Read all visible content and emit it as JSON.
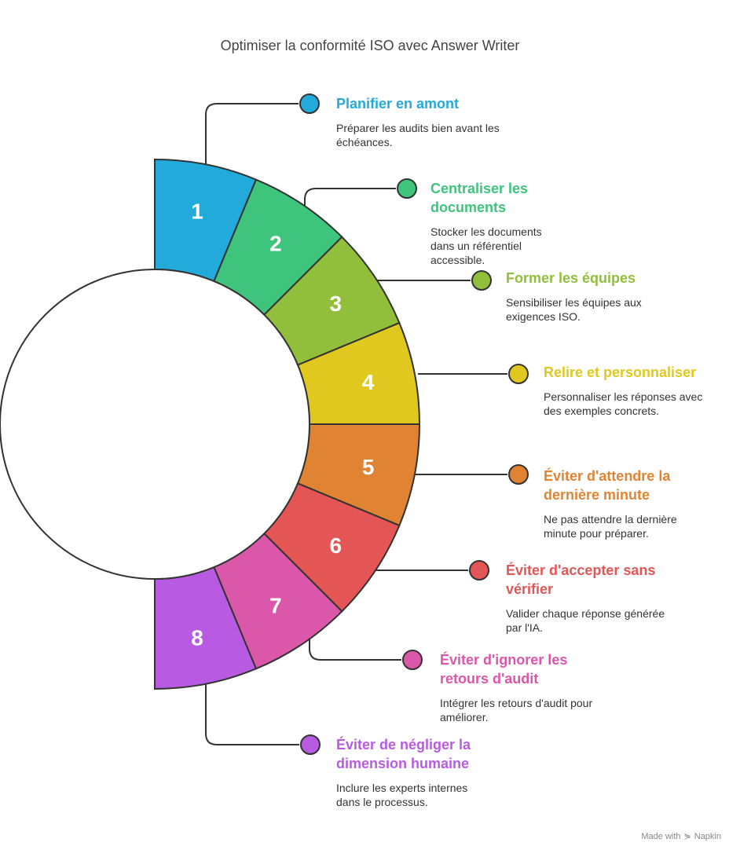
{
  "title": "Optimiser la conformité ISO avec Answer Writer",
  "items": [
    {
      "number": "1",
      "title": "Planifier en amont",
      "description": "Préparer les audits bien avant les échéances.",
      "color": "#22ABDA"
    },
    {
      "number": "2",
      "title": "Centraliser les documents",
      "description": "Stocker les documents dans un référentiel accessible.",
      "color": "#3EC47C"
    },
    {
      "number": "3",
      "title": "Former les équipes",
      "description": "Sensibiliser les équipes aux exigences ISO.",
      "color": "#91BE3B"
    },
    {
      "number": "4",
      "title": "Relire et personnaliser",
      "description": "Personnaliser les réponses avec des exemples concrets.",
      "color": "#E0C81E"
    },
    {
      "number": "5",
      "title": "Éviter d'attendre la dernière minute",
      "description": "Ne pas attendre la dernière minute pour préparer.",
      "color": "#E08433"
    },
    {
      "number": "6",
      "title": "Éviter d'accepter sans vérifier",
      "description": "Valider chaque réponse générée par l'IA.",
      "color": "#E45555"
    },
    {
      "number": "7",
      "title": "Éviter d'ignorer les retours d'audit",
      "description": "Intégrer les retours d'audit pour améliorer.",
      "color": "#DB57A9"
    },
    {
      "number": "8",
      "title": "Éviter de négliger la dimension humaine",
      "description": "Inclure les experts internes dans le processus.",
      "color": "#B85BE2"
    }
  ],
  "footer": {
    "made_with": "Made with",
    "brand": "Napkin",
    "icon": "napkin-logo-icon"
  }
}
